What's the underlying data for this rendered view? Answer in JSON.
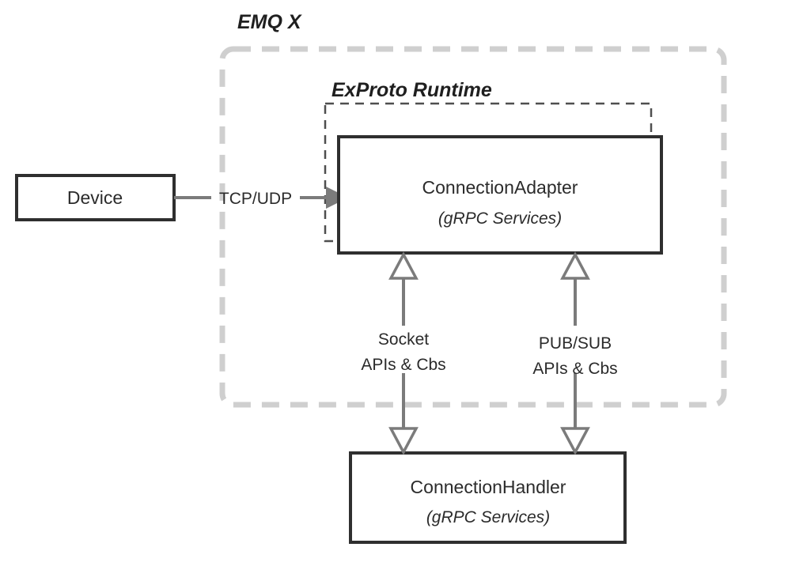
{
  "diagram": {
    "title_outer": "EMQ X",
    "title_inner": "ExProto Runtime",
    "boxes": {
      "device": {
        "label": "Device"
      },
      "connection_adapter": {
        "title": "ConnectionAdapter",
        "subtitle": "(gRPC Services)"
      },
      "connection_handler": {
        "title": "ConnectionHandler",
        "subtitle": "(gRPC Services)"
      }
    },
    "edges": {
      "device_to_adapter": {
        "label": "TCP/UDP"
      },
      "socket_channel": {
        "label_line1": "Socket",
        "label_line2": "APIs & Cbs"
      },
      "pubsub_channel": {
        "label_line1": "PUB/SUB",
        "label_line2": "APIs & Cbs"
      }
    },
    "colors": {
      "box_stroke": "#2f2f2f",
      "arrow_gray": "#7b7b7b",
      "emqx_dash": "#cfcfcf",
      "exproto_dash": "#4f4f4f",
      "text": "#2b2b2b",
      "background": "#ffffff"
    }
  }
}
